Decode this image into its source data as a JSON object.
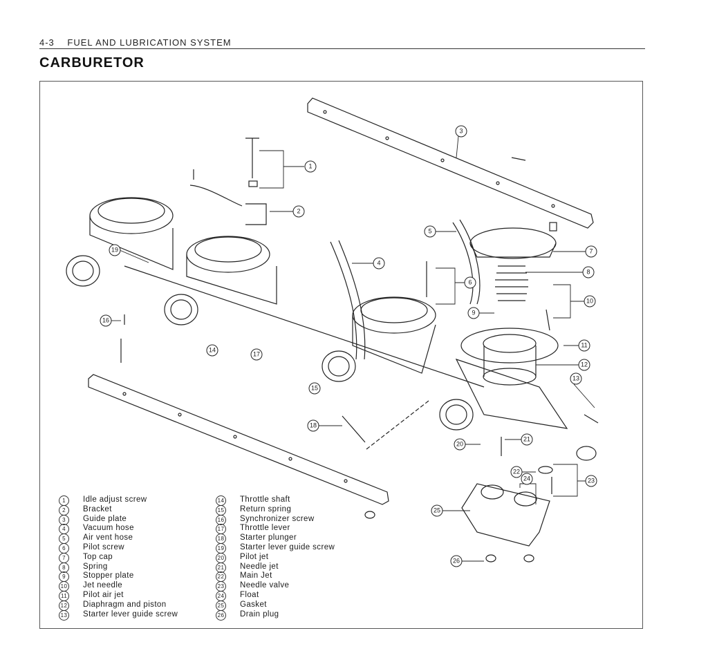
{
  "header": {
    "page": "4-3",
    "section": "FUEL AND LUBRICATION SYSTEM"
  },
  "title": "CARBURETOR",
  "parts": [
    {
      "num": "1",
      "label": "Idle adjust screw"
    },
    {
      "num": "2",
      "label": "Bracket"
    },
    {
      "num": "3",
      "label": "Guide plate"
    },
    {
      "num": "4",
      "label": "Vacuum hose"
    },
    {
      "num": "5",
      "label": "Air vent hose"
    },
    {
      "num": "6",
      "label": "Pilot screw"
    },
    {
      "num": "7",
      "label": "Top cap"
    },
    {
      "num": "8",
      "label": "Spring"
    },
    {
      "num": "9",
      "label": "Stopper plate"
    },
    {
      "num": "10",
      "label": "Jet needle"
    },
    {
      "num": "11",
      "label": "Pilot air jet"
    },
    {
      "num": "12",
      "label": "Diaphragm and piston"
    },
    {
      "num": "13",
      "label": "Starter lever guide screw"
    },
    {
      "num": "14",
      "label": "Throttle shaft"
    },
    {
      "num": "15",
      "label": "Return spring"
    },
    {
      "num": "16",
      "label": "Synchronizer screw"
    },
    {
      "num": "17",
      "label": "Throttle lever"
    },
    {
      "num": "18",
      "label": "Starter plunger"
    },
    {
      "num": "19",
      "label": "Starter lever guide screw"
    },
    {
      "num": "20",
      "label": "Pilot jet"
    },
    {
      "num": "21",
      "label": "Needle jet"
    },
    {
      "num": "22",
      "label": "Main Jet"
    },
    {
      "num": "23",
      "label": "Needle valve"
    },
    {
      "num": "24",
      "label": "Float"
    },
    {
      "num": "25",
      "label": "Gasket"
    },
    {
      "num": "26",
      "label": "Drain plug"
    }
  ]
}
